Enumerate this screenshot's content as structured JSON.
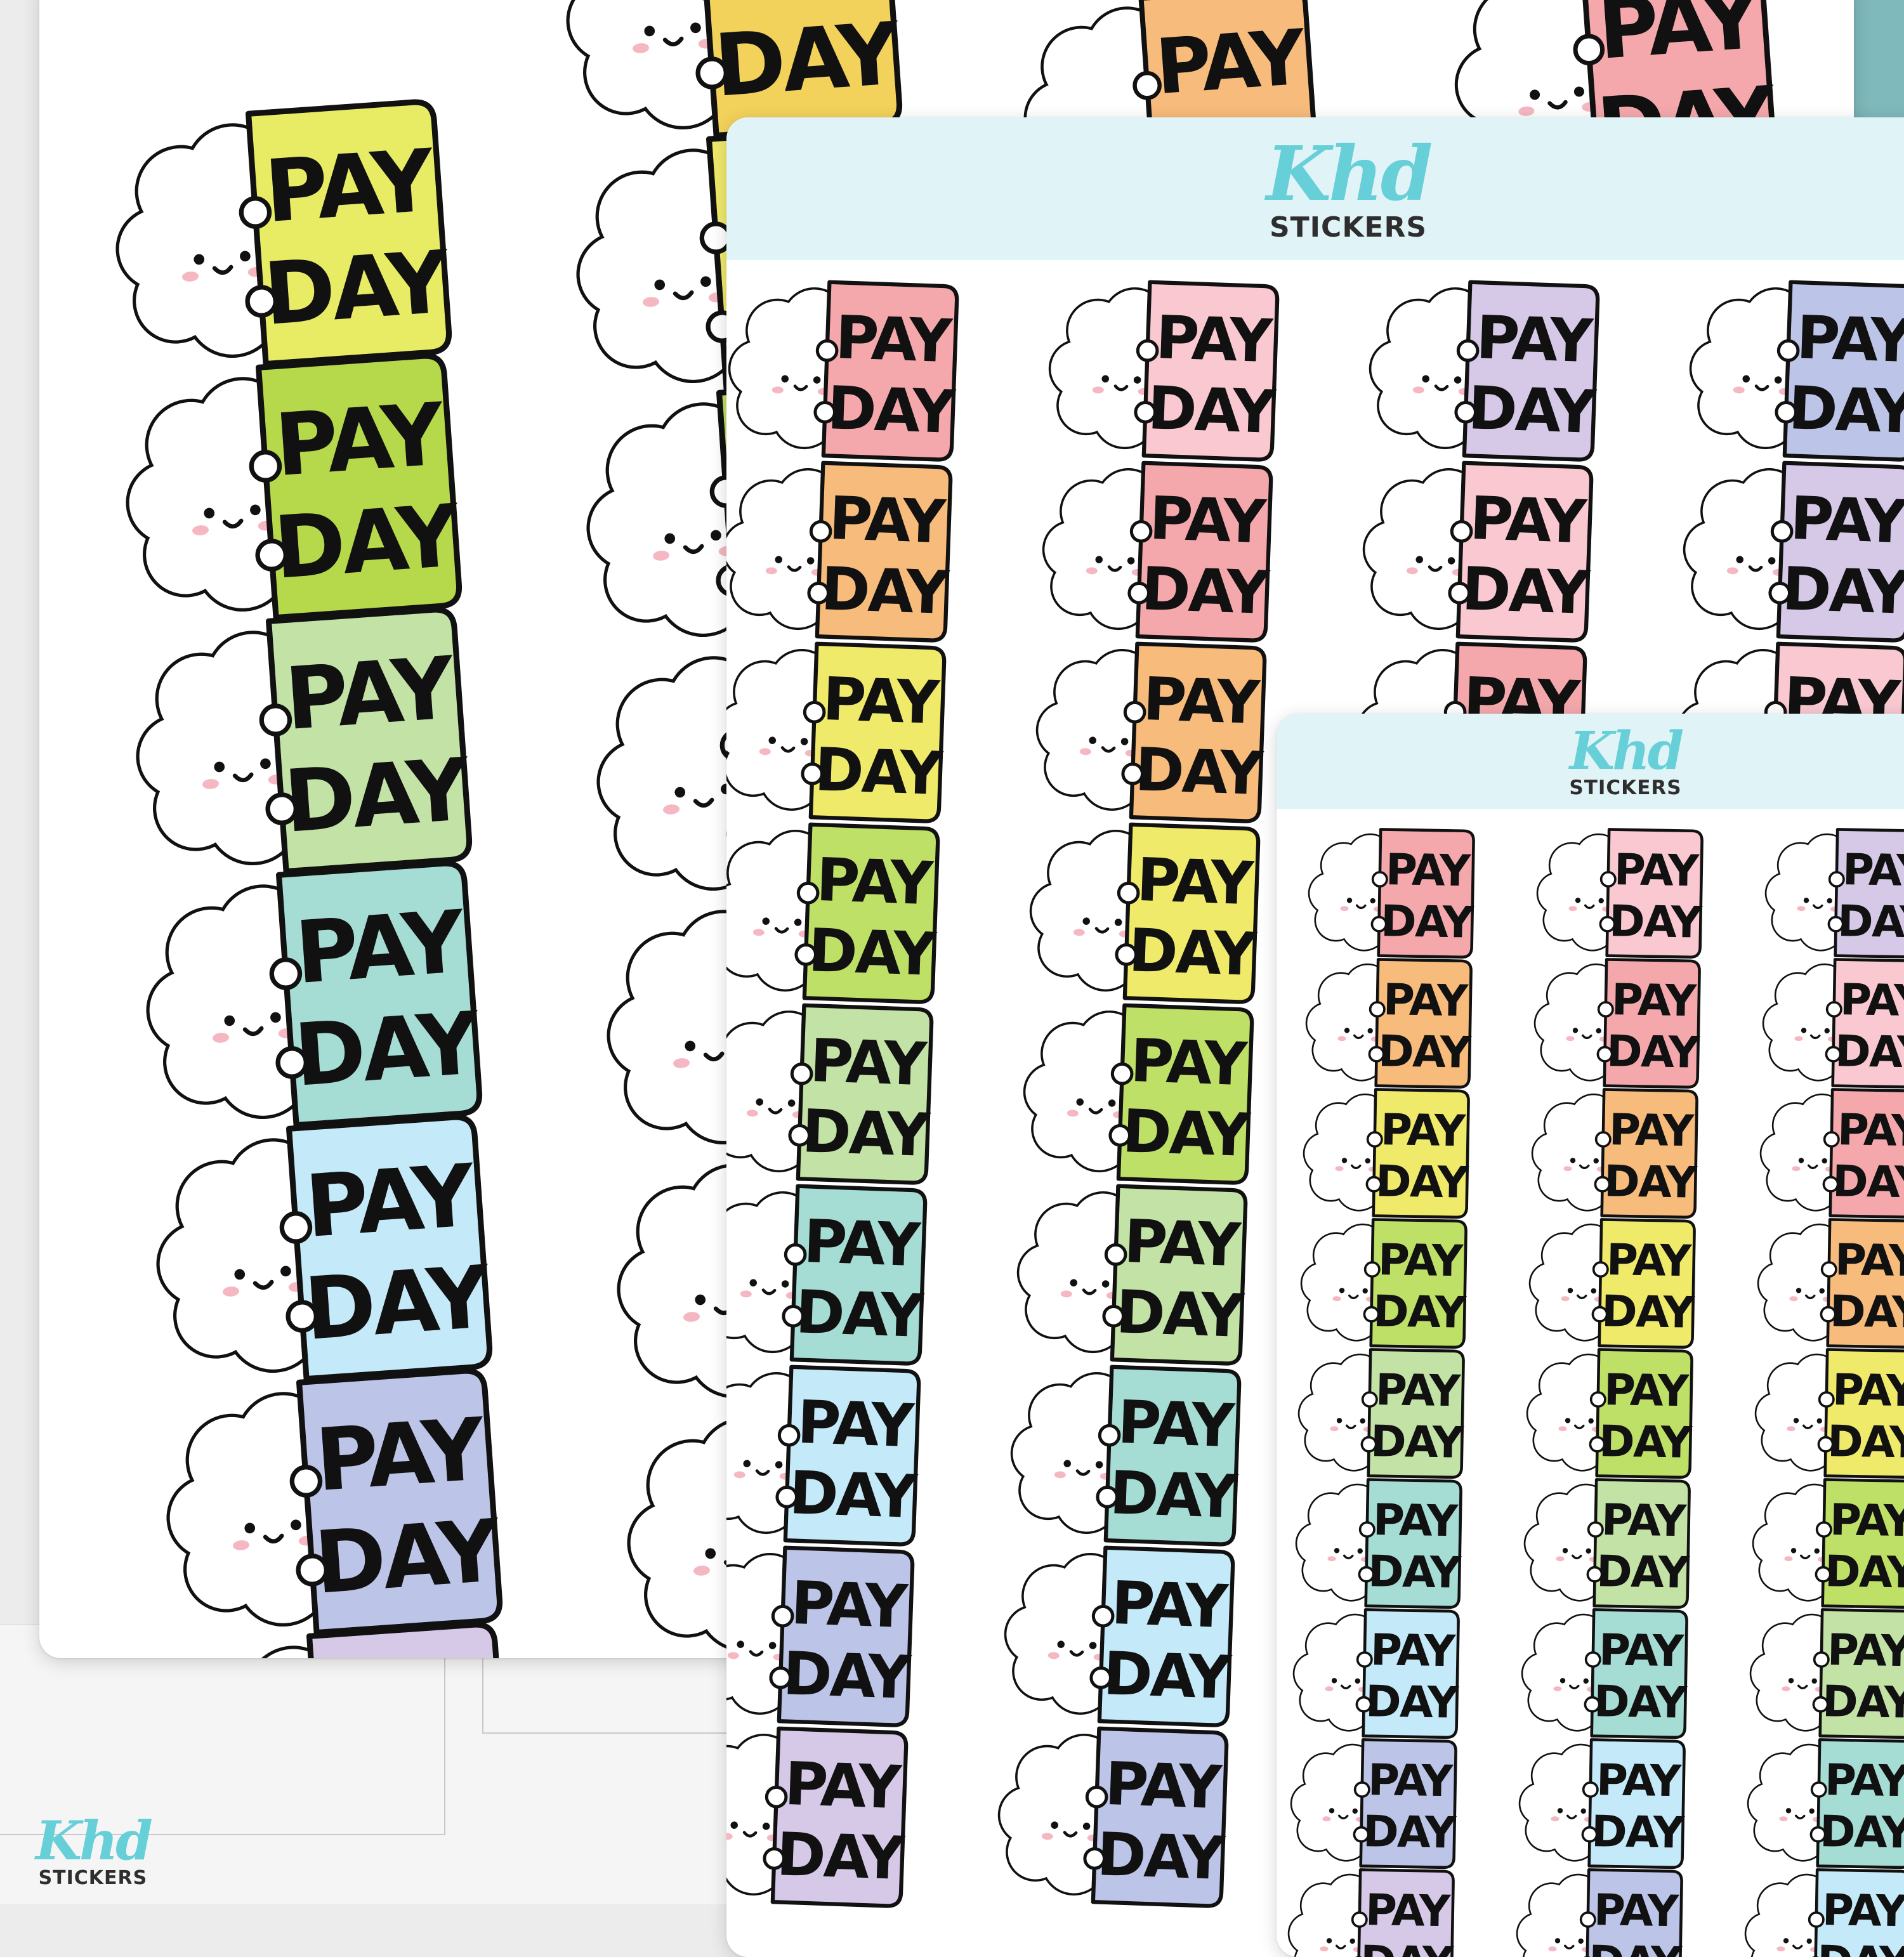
{
  "palette": {
    "background": "#ececec",
    "sheet": "#ffffff",
    "header": "#e0f3f7",
    "brand_teal": "#67cfd8",
    "ink": "#111111",
    "cheek": "#f5b8c2"
  },
  "brand": {
    "logo_script": "Khd",
    "logo_word": "STICKERS"
  },
  "sticker_text": {
    "line1": "PAY",
    "line2": "DAY"
  },
  "sheets": {
    "large": {
      "colors": [
        "#e7ec64",
        "#b5d94a",
        "#c3e2a6",
        "#a5dcd4",
        "#c4e9f8",
        "#bcc4e8",
        "#d6c9e8"
      ],
      "col2_colors": [
        "#f2d25a",
        "#f0ea6a",
        "#bfe067",
        "#c3e2a6",
        "#a5dcd4",
        "#c4e9f8",
        "#bcc4e8"
      ],
      "col3_color": "#f7bb7b",
      "col4_color": "#f4a8ac"
    },
    "medium": {
      "columns": [
        [
          "#f4a8ac",
          "#f7bb7b",
          "#f0ea6a",
          "#bfe067",
          "#c3e2a6",
          "#a5dcd4",
          "#c4e9f8",
          "#bcc4e8",
          "#d6c9e8"
        ],
        [
          "#f9c8d0",
          "#f4a8ac",
          "#f7bb7b",
          "#f0ea6a",
          "#bfe067",
          "#c3e2a6",
          "#a5dcd4",
          "#c4e9f8",
          "#bcc4e8"
        ],
        [
          "#d6c9e8",
          "#f9c8d0",
          "#f4a8ac"
        ],
        [
          "#bcc4e8",
          "#d6c9e8",
          "#f9c8d0"
        ]
      ]
    },
    "small": {
      "columns": [
        [
          "#f4a8ac",
          "#f7bb7b",
          "#f0ea6a",
          "#bfe067",
          "#c3e2a6",
          "#a5dcd4",
          "#c4e9f8",
          "#bcc4e8",
          "#d6c9e8"
        ],
        [
          "#f9c8d0",
          "#f4a8ac",
          "#f7bb7b",
          "#f0ea6a",
          "#bfe067",
          "#c3e2a6",
          "#a5dcd4",
          "#c4e9f8",
          "#bcc4e8"
        ],
        [
          "#d6c9e8",
          "#f9c8d0",
          "#f4a8ac",
          "#f7bb7b",
          "#f0ea6a",
          "#bfe067",
          "#c3e2a6",
          "#a5dcd4",
          "#c4e9f8"
        ]
      ]
    }
  }
}
